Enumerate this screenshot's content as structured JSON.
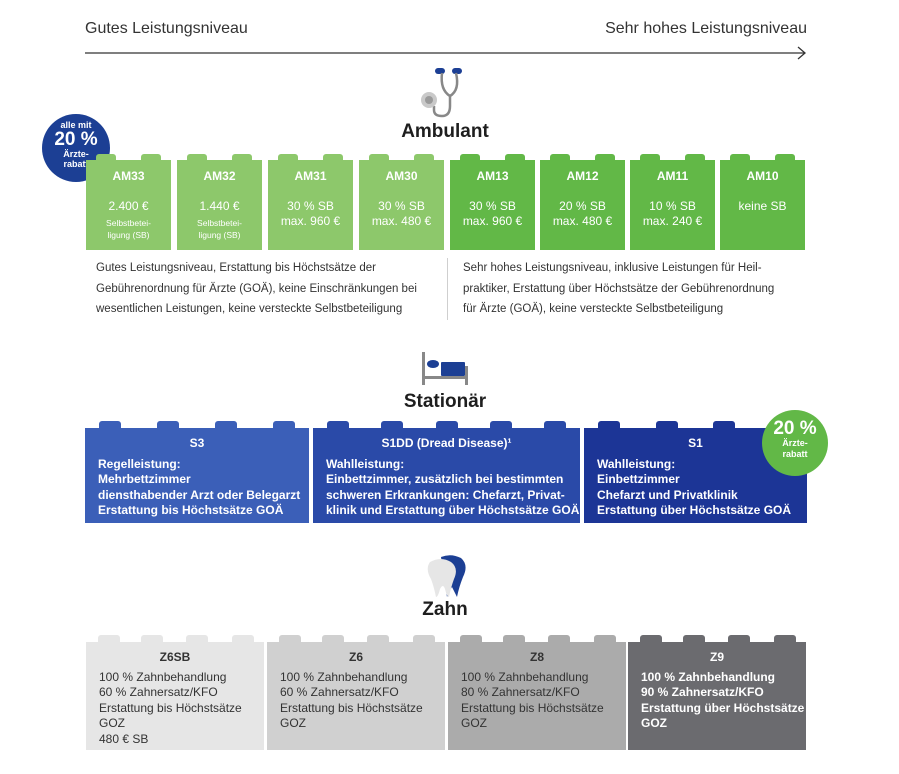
{
  "scale": {
    "left": "Gutes Leistungsniveau",
    "right": "Sehr hohes Leistungsniveau"
  },
  "ambulant": {
    "title": "Ambulant",
    "badge": {
      "line1": "alle mit",
      "line2": "20 %",
      "line3": "Ärzte-",
      "line4": "rabatt",
      "color": "#1c3f94"
    },
    "colors": {
      "light": "#8dc86b",
      "dark": "#62b847"
    },
    "tariffs": [
      {
        "code": "AM33",
        "l1": "2.400 €",
        "small1": "Selbstbetei-",
        "small2": "ligung (SB)"
      },
      {
        "code": "AM32",
        "l1": "1.440 €",
        "small1": "Selbstbetei-",
        "small2": "ligung (SB)"
      },
      {
        "code": "AM31",
        "l1": "30 % SB",
        "l2": "max. 960 €"
      },
      {
        "code": "AM30",
        "l1": "30 % SB",
        "l2": "max. 480 €"
      },
      {
        "code": "AM13",
        "l1": "30 % SB",
        "l2": "max. 960 €"
      },
      {
        "code": "AM12",
        "l1": "20 % SB",
        "l2": "max. 480 €"
      },
      {
        "code": "AM11",
        "l1": "10 % SB",
        "l2": "max. 240 €"
      },
      {
        "code": "AM10",
        "l1": "keine SB"
      }
    ],
    "text_left": [
      "Gutes Leistungsniveau, Erstattung bis Höchstsätze der",
      "Gebührenordnung für Ärzte (GOÄ), keine Einschränkungen bei",
      "wesentlichen Leistungen, keine versteckte Selbstbeteiligung"
    ],
    "text_right": [
      "Sehr hohes Leistungsniveau, inklusive Leistungen für Heil-",
      "praktiker, Erstattung über Höchstsätze der Gebührenordnung",
      "für Ärzte (GOÄ), keine versteckte Selbstbeteiligung"
    ]
  },
  "stationaer": {
    "title": "Stationär",
    "badge": {
      "line1": "20 %",
      "line2": "Ärzte-",
      "line3": "rabatt",
      "color": "#62b847"
    },
    "boxes": [
      {
        "head": "S3",
        "color": "#3b5fb8",
        "lines": [
          "Regelleistung:",
          "Mehrbettzimmer",
          "diensthabender Arzt oder Belegarzt",
          "Erstattung bis Höchstsätze GOÄ"
        ]
      },
      {
        "head": "S1DD (Dread Disease)¹",
        "color": "#2a4aa8",
        "lines": [
          "Wahlleistung:",
          "Einbettzimmer, zusätzlich bei bestimmten",
          "schweren Erkrankungen: Chefarzt, Privat-",
          "klinik und Erstattung über Höchstsätze GOÄ"
        ]
      },
      {
        "head": "S1",
        "color": "#1c3596",
        "lines": [
          "Wahlleistung:",
          "Einbettzimmer",
          "Chefarzt und Privatklinik",
          "Erstattung über Höchstsätze GOÄ"
        ]
      }
    ]
  },
  "zahn": {
    "title": "Zahn",
    "boxes": [
      {
        "head": "Z6SB",
        "color": "#e6e6e6",
        "text": "#333333",
        "lines": [
          "100 % Zahnbehandlung",
          "60 % Zahnersatz/KFO",
          "Erstattung bis Höchstsätze",
          "GOZ",
          "480 € SB"
        ]
      },
      {
        "head": "Z6",
        "color": "#d0d0d0",
        "text": "#333333",
        "lines": [
          "100 % Zahnbehandlung",
          "60 % Zahnersatz/KFO",
          "Erstattung bis Höchstsätze",
          "GOZ"
        ]
      },
      {
        "head": "Z8",
        "color": "#ababab",
        "text": "#333333",
        "lines": [
          "100 % Zahnbehandlung",
          "80 % Zahnersatz/KFO",
          "Erstattung bis Höchstsätze",
          "GOZ"
        ]
      },
      {
        "head": "Z9",
        "color": "#6b6b6f",
        "text": "#ffffff",
        "lines": [
          "100 % Zahnbehandlung",
          "90 % Zahnersatz/KFO",
          "Erstattung über Höchstsätze",
          "GOZ"
        ]
      }
    ]
  }
}
